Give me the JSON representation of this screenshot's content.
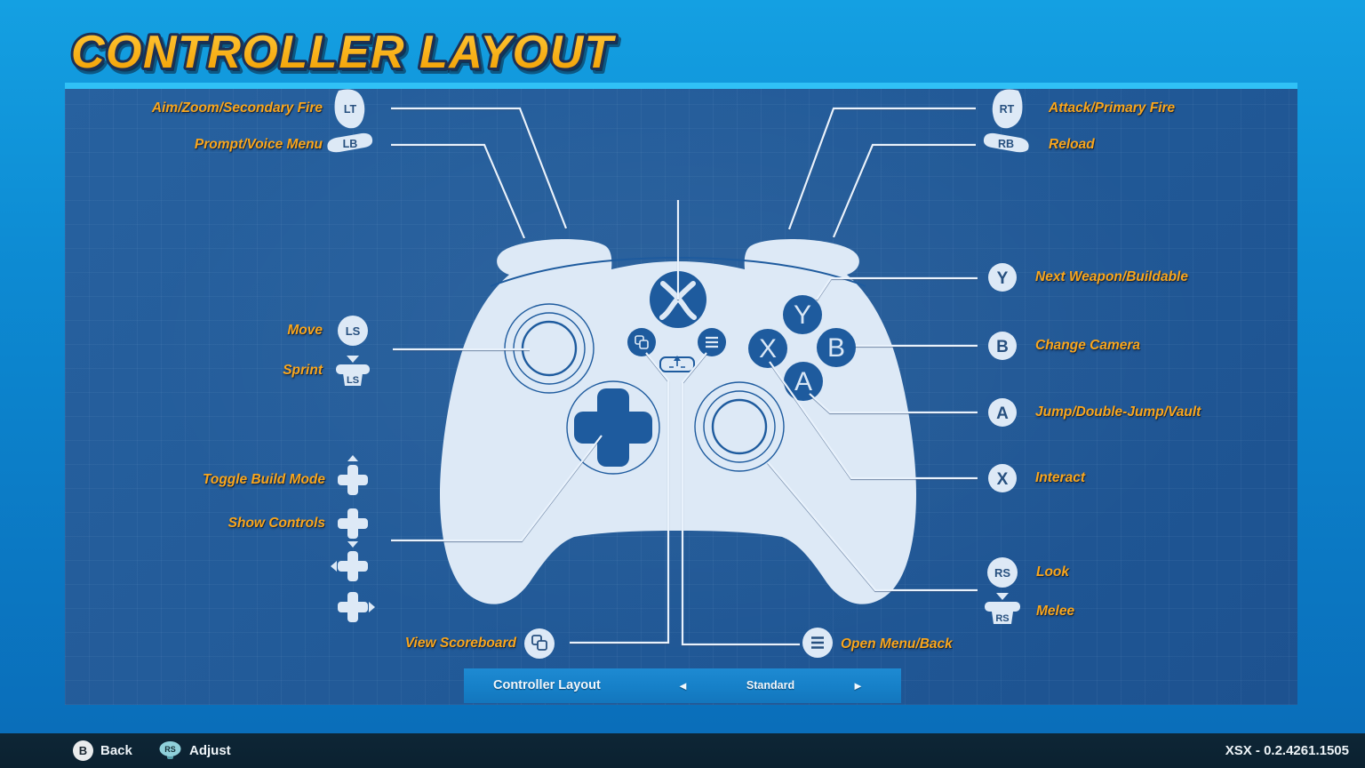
{
  "title": "CONTROLLER LAYOUT",
  "callouts": {
    "left": [
      {
        "label": "Aim/Zoom/Secondary Fire",
        "button": "LT"
      },
      {
        "label": "Prompt/Voice Menu",
        "button": "LB"
      },
      {
        "label": "Move",
        "button": "LS"
      },
      {
        "label": "Sprint",
        "button": "LS"
      },
      {
        "label": "Toggle Build Mode",
        "button": "dpad-up"
      },
      {
        "label": "Show Controls",
        "button": "dpad-down"
      },
      {
        "label": "View Scoreboard",
        "button": "view"
      }
    ],
    "right": [
      {
        "label": "Attack/Primary Fire",
        "button": "RT"
      },
      {
        "label": "Reload",
        "button": "RB"
      },
      {
        "label": "Next Weapon/Buildable",
        "button": "Y"
      },
      {
        "label": "Change Camera",
        "button": "B"
      },
      {
        "label": "Jump/Double-Jump/Vault",
        "button": "A"
      },
      {
        "label": "Interact",
        "button": "X"
      },
      {
        "label": "Look",
        "button": "RS"
      },
      {
        "label": "Melee",
        "button": "RS"
      },
      {
        "label": "Open Menu/Back",
        "button": "menu"
      }
    ]
  },
  "controller": {
    "face": {
      "y": "Y",
      "x": "X",
      "b": "B",
      "a": "A"
    }
  },
  "selector": {
    "label": "Controller Layout",
    "value": "Standard",
    "prev": "◄",
    "next": "►"
  },
  "footer": {
    "back_button": "B",
    "back_label": "Back",
    "adjust_button": "RS",
    "adjust_label": "Adjust",
    "version": "XSX - 0.2.4261.1505"
  },
  "colors": {
    "accent_orange": "#f9a61c",
    "panel_blue": "#215997",
    "cyan_strip": "#30c1f6",
    "controller_light": "#dde9f6",
    "controller_dark": "#1e5b9e",
    "selector_blue": "#1680c8",
    "footer_navy": "#0c2231"
  }
}
